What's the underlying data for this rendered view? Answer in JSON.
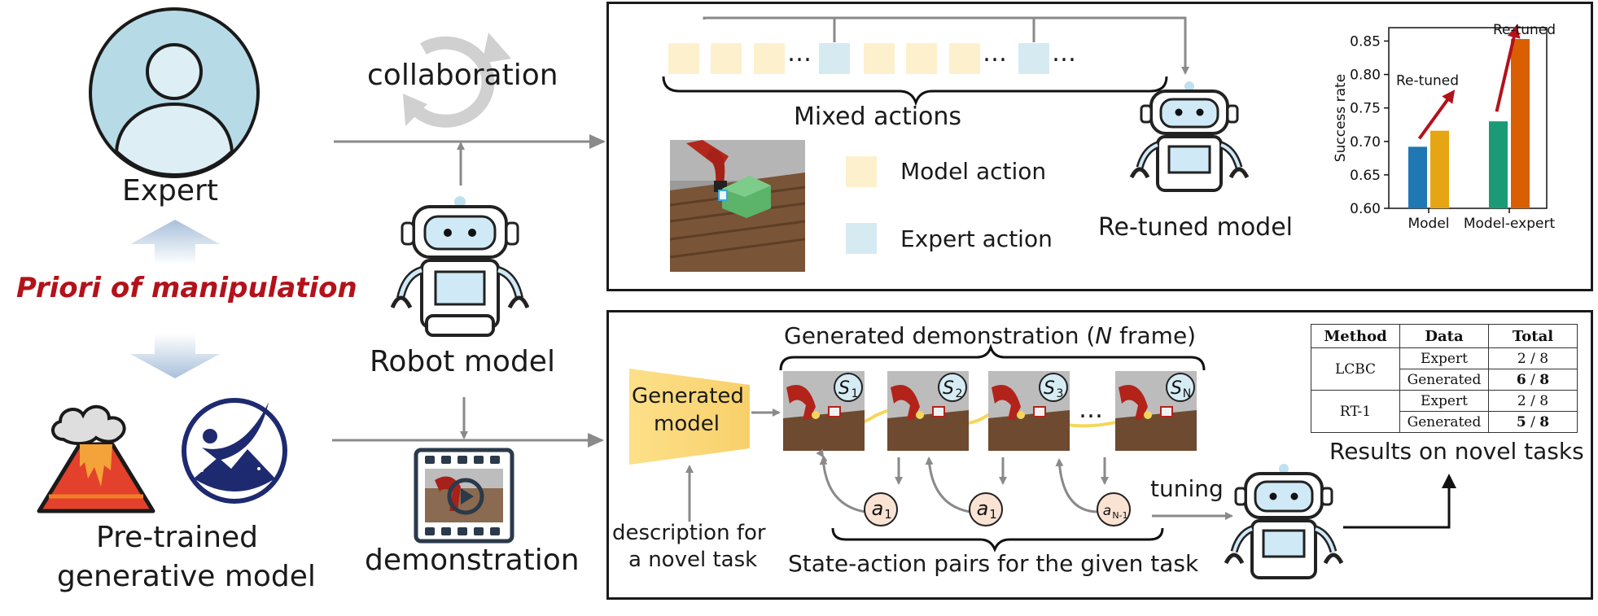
{
  "left": {
    "expert_label": "Expert",
    "priori_label": "Priori of manipulation",
    "pretrained_label_1": "Pre-trained",
    "pretrained_label_2": "generative model"
  },
  "middle": {
    "collaboration_label": "collaboration",
    "robot_model_label": "Robot model",
    "demonstration_label": "demonstration"
  },
  "top_panel": {
    "ellipsis": "…",
    "mixed_actions_label": "Mixed actions",
    "legend_model": "Model action",
    "legend_expert": "Expert action",
    "retuned_model_label": "Re-tuned model",
    "colors": {
      "model_action": "#fdf0cc",
      "expert_action": "#d6eaf2"
    }
  },
  "chart_data": {
    "type": "bar",
    "categories": [
      "Model",
      "Model-expert"
    ],
    "series": [
      {
        "values": [
          0.692,
          0.73
        ],
        "colors": [
          "#1f77b4",
          "#1a9b75"
        ]
      },
      {
        "values": [
          0.716,
          0.853
        ],
        "colors": [
          "#e6a614",
          "#d95f02"
        ]
      }
    ],
    "ylabel": "Success rate",
    "ylim": [
      0.6,
      0.87
    ],
    "yticks": [
      "0.60",
      "0.65",
      "0.70",
      "0.75",
      "0.80",
      "0.85"
    ],
    "annotations": [
      "Re-tuned",
      "Re-tuned"
    ],
    "arrow_color": "#b3121b",
    "grid": false
  },
  "bottom_panel": {
    "generated_demo_title": "Generated demonstration (N frame)",
    "generated_model_label_1": "Generated",
    "generated_model_label_2": "model",
    "description_label_1": "description for",
    "description_label_2": "a novel task",
    "states": [
      {
        "base": "S",
        "sub": "1"
      },
      {
        "base": "S",
        "sub": "2"
      },
      {
        "base": "S",
        "sub": "3"
      },
      {
        "base": "S",
        "sub": "N"
      }
    ],
    "actions": [
      {
        "base": "a",
        "sub": "1"
      },
      {
        "base": "a",
        "sub": "1"
      },
      {
        "base": "a",
        "sub": "N-1"
      }
    ],
    "ellipsis": "…",
    "state_action_label": "State-action pairs for the given task",
    "tuning_label": "tuning",
    "results_label": "Results on novel tasks",
    "results_table": {
      "headers": [
        "Method",
        "Data",
        "Total"
      ],
      "rows": [
        {
          "method": "LCBC",
          "data": "Expert",
          "total_a": "2",
          "sep": " / ",
          "total_b": "8",
          "bold": false
        },
        {
          "method": "",
          "data": "Generated",
          "total_a": "6",
          "sep": " / ",
          "total_b": "8",
          "bold": true
        },
        {
          "method": "RT-1",
          "data": "Expert",
          "total_a": "2",
          "sep": " / ",
          "total_b": "8",
          "bold": false
        },
        {
          "method": "",
          "data": "Generated",
          "total_a": "5",
          "sep": " / ",
          "total_b": "8",
          "bold": true
        }
      ]
    }
  }
}
